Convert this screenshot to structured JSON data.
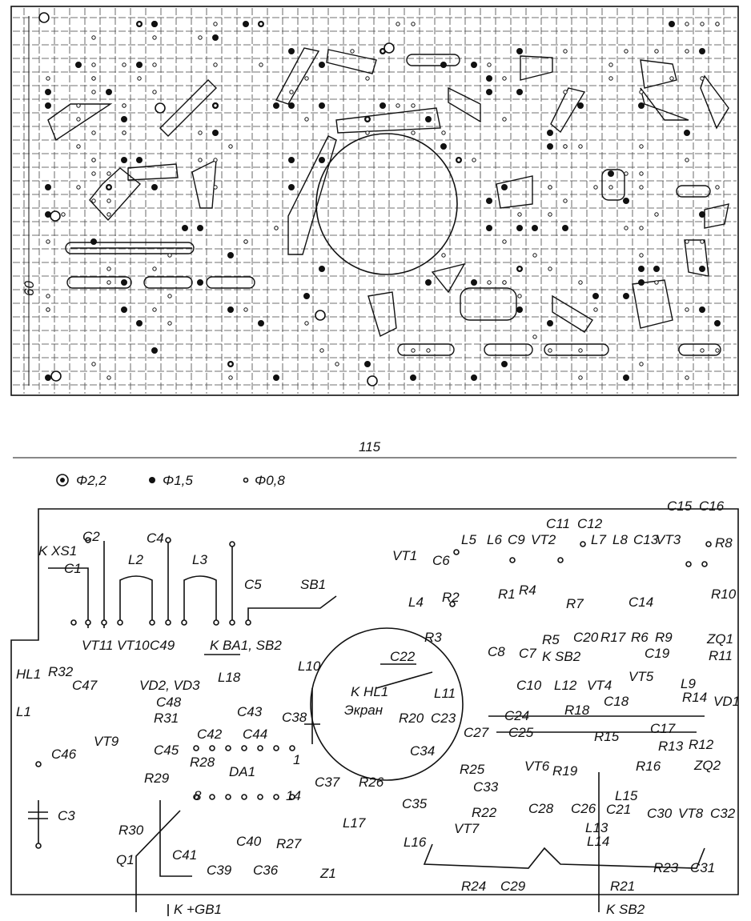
{
  "board_top": {
    "dimension_height": "60",
    "dimension_width": "115"
  },
  "legend": [
    {
      "label": "Φ2,2",
      "icon": "large-hole-icon"
    },
    {
      "label": "Φ1,5",
      "icon": "medium-hole-icon"
    },
    {
      "label": "Φ0,8",
      "icon": "small-hole-icon"
    }
  ],
  "labels": [
    "C1",
    "C2",
    "C4",
    "L2",
    "L3",
    "C5",
    "K XS1",
    "SB1",
    "VT1",
    "C6",
    "L5",
    "L6",
    "C9",
    "VT2",
    "C11",
    "C12",
    "L7",
    "L8",
    "C13",
    "VT3",
    "C15",
    "C16",
    "R8",
    "VT11",
    "VT10",
    "C49",
    "K BA1, SB2",
    "L10",
    "L4",
    "R2",
    "R1",
    "R4",
    "R3",
    "C22",
    "C8",
    "C7",
    "R5",
    "R7",
    "C20",
    "R17",
    "R6",
    "R9",
    "C14",
    "R10",
    "ZQ1",
    "R11",
    "K SB2",
    "C10",
    "L12",
    "C19",
    "VT5",
    "L9",
    "VT4",
    "C18",
    "R14",
    "VD1",
    "R32",
    "C47",
    "VD2, VD3",
    "L18",
    "C48",
    "R31",
    "C43",
    "C38",
    "K HL1",
    "Экран",
    "HL1",
    "L1",
    "C46",
    "VT9",
    "C45",
    "C42",
    "C44",
    "R28",
    "R29",
    "DA1",
    "1",
    "8",
    "14",
    "C37",
    "R26",
    "L11",
    "R20",
    "C23",
    "C24",
    "C25",
    "C27",
    "R18",
    "R15",
    "C17",
    "R13",
    "R12",
    "C34",
    "R25",
    "VT6",
    "R19",
    "R16",
    "ZQ2",
    "C35",
    "C33",
    "C28",
    "C26",
    "C21",
    "C30",
    "VT8",
    "C32",
    "C3",
    "R30",
    "Q1",
    "C41",
    "C39",
    "C40",
    "C36",
    "R27",
    "Z1",
    "L17",
    "L16",
    "R22",
    "VT7",
    "L13",
    "L14",
    "L15",
    "R23",
    "C31",
    "R24",
    "C29",
    "R21",
    "K +GB1",
    "K SB2"
  ]
}
